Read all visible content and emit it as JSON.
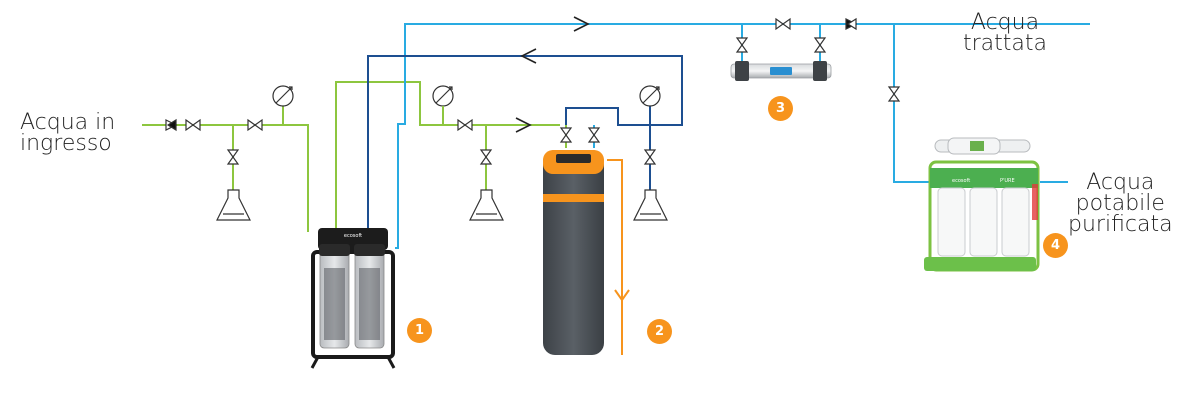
{
  "labels": {
    "inlet": [
      "Acqua in",
      "ingresso"
    ],
    "treated": [
      "Acqua",
      "trattata"
    ],
    "potable": [
      "Acqua",
      "potabile",
      "purificata"
    ]
  },
  "badges": [
    "1",
    "2",
    "3",
    "4"
  ],
  "device_brand": "ecosoft",
  "ro_brand": "P'URE",
  "colors": {
    "raw_water_line": "#8dc63f",
    "treated_water_line": "#29abe2",
    "return_line": "#1d4f91",
    "drain_line": "#f7941d",
    "badge": "#f7941d",
    "softener_body": "#4a4f55",
    "softener_accent": "#f7941d",
    "ro_frame": "#5cb85c",
    "symbol_stroke": "#333333"
  },
  "icons": [
    "gate-valve-icon",
    "check-valve-icon",
    "pressure-gauge-icon",
    "sample-flask-icon",
    "flow-arrow-icon",
    "drain-funnel-icon"
  ]
}
